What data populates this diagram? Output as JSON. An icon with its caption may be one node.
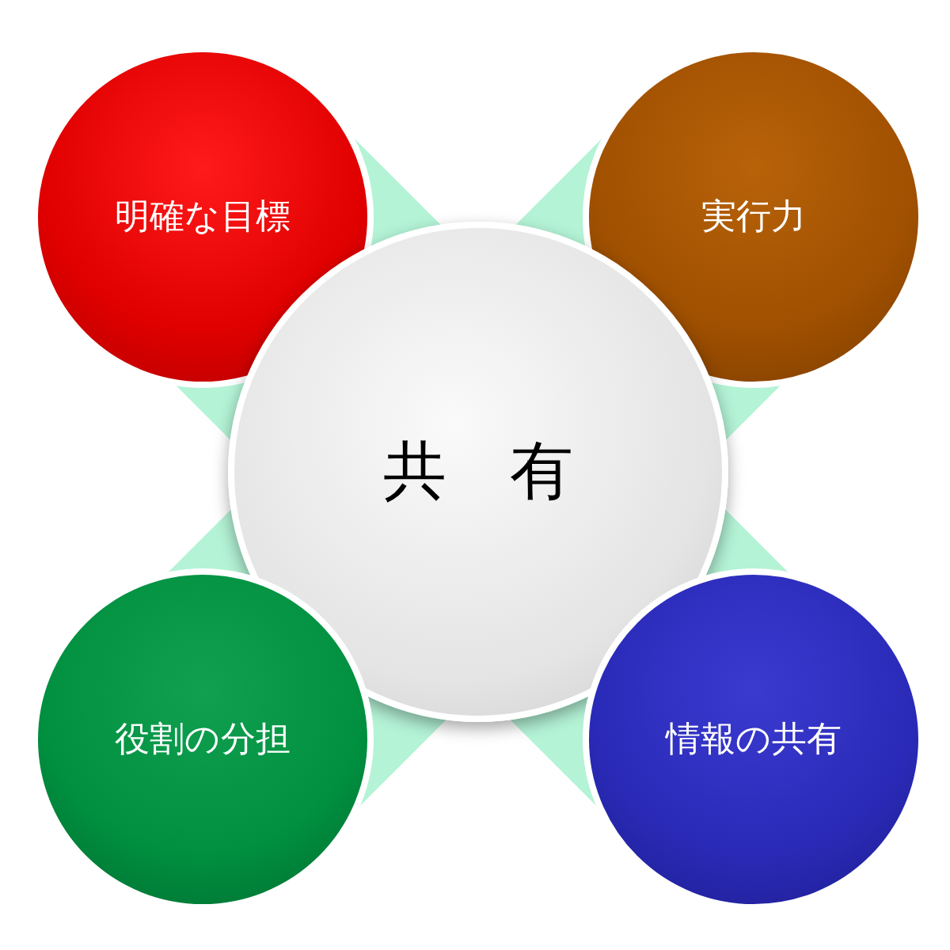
{
  "diagram": {
    "nodes": [
      {
        "text": [
          "明確な目標"
        ]
      },
      {
        "text": [
          "実行力"
        ]
      },
      {
        "text": [
          "共　有"
        ]
      },
      {
        "text": [
          "役割の分担"
        ]
      },
      {
        "text": [
          "情報の共有"
        ]
      }
    ]
  }
}
